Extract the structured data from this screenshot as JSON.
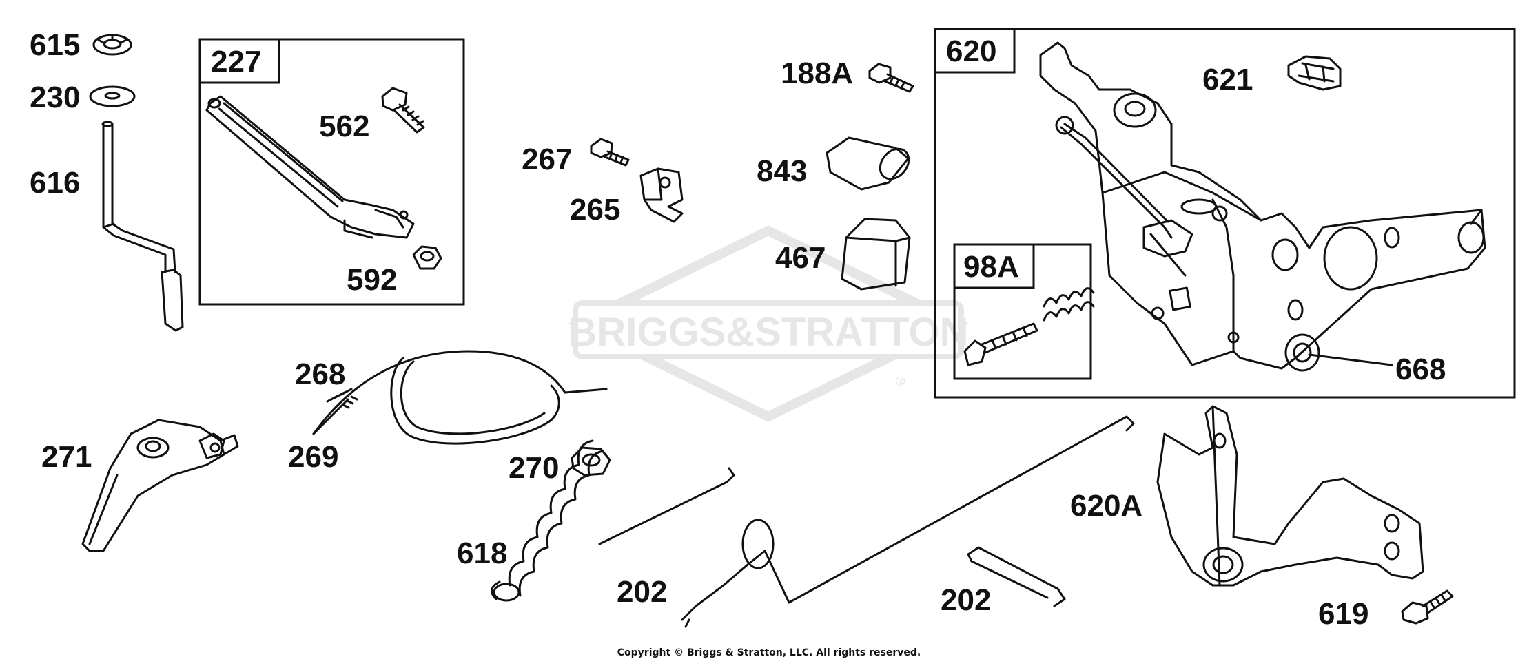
{
  "watermark": {
    "text": "BRIGGS&STRATTON",
    "reg": "®"
  },
  "copyright": "Copyright © Briggs & Stratton, LLC. All rights reserved.",
  "colors": {
    "line": "#111111",
    "watermark": "#e6e6e6",
    "background": "#ffffff"
  },
  "boxes": {
    "b227": "227",
    "b620": "620",
    "b98a": "98A"
  },
  "labels": {
    "p615": "615",
    "p230": "230",
    "p616": "616",
    "p562": "562",
    "p592": "592",
    "p267": "267",
    "p265": "265",
    "p188a": "188A",
    "p843": "843",
    "p467": "467",
    "p621": "621",
    "p668": "668",
    "p271": "271",
    "p268": "268",
    "p269": "269",
    "p270": "270",
    "p618": "618",
    "p202a": "202",
    "p202b": "202",
    "p620a": "620A",
    "p619": "619"
  }
}
